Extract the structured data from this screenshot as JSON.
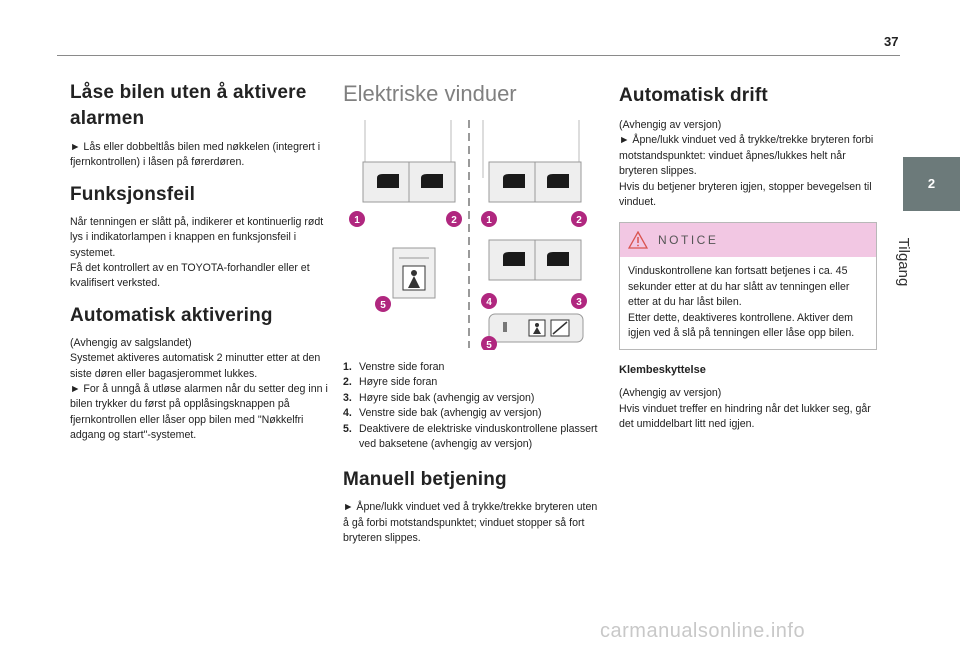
{
  "page": {
    "number": "37",
    "section_tab": "2",
    "section_title": "Tilgang"
  },
  "col1": {
    "s1_title": "Låse bilen uten å aktivere alarmen",
    "s1_p1": "► Lås eller dobbeltlås bilen med nøkkelen (integrert i fjernkontrollen) i låsen på førerdøren.",
    "s2_title": "Funksjonsfeil",
    "s2_p1": "Når tenningen er slått på, indikerer et kontinuerlig rødt lys i indikatorlampen i knappen en funksjonsfeil i systemet.",
    "s2_p2": "Få det kontrollert av en TOYOTA-forhandler eller et kvalifisert verksted.",
    "s3_title": "Automatisk aktivering",
    "s3_p1": "(Avhengig av salgslandet)",
    "s3_p2": "Systemet aktiveres automatisk 2 minutter etter at den siste døren eller bagasjerommet lukkes.",
    "s3_p3": "► For å unngå å utløse alarmen når du setter deg inn i bilen trykker du først på opplåsingsknappen på fjernkontrollen eller låser opp bilen med \"Nøkkelfri adgang og start\"-systemet."
  },
  "col2": {
    "title": "Elektriske vinduer",
    "legend": [
      {
        "num": "1.",
        "text": "Venstre side foran"
      },
      {
        "num": "2.",
        "text": "Høyre side foran"
      },
      {
        "num": "3.",
        "text": "Høyre side bak (avhengig av versjon)"
      },
      {
        "num": "4.",
        "text": "Venstre side bak (avhengig av versjon)"
      },
      {
        "num": "5.",
        "text": "Deaktivere de elektriske vinduskontrollene plassert ved baksetene (avhengig av versjon)"
      }
    ],
    "callouts": [
      "1",
      "2",
      "1",
      "2",
      "5",
      "4",
      "3",
      "5"
    ],
    "s2_title": "Manuell betjening",
    "s2_p1": "► Åpne/lukk vinduet ved å trykke/trekke bryteren uten å gå forbi motstandspunktet; vinduet stopper så fort bryteren slippes."
  },
  "col3": {
    "title": "Automatisk drift",
    "p1": "(Avhengig av versjon)",
    "p2": "► Åpne/lukk vinduet ved å trykke/trekke bryteren forbi motstandspunktet: vinduet åpnes/lukkes helt når bryteren slippes.",
    "p3": "Hvis du betjener bryteren igjen, stopper bevegelsen til vinduet.",
    "notice_label": "NOTICE",
    "notice_p1": "Vinduskontrollene kan fortsatt betjenes i ca. 45 sekunder etter at du har slått av tenningen eller etter at du har låst bilen.",
    "notice_p2": "Etter dette, deaktiveres kontrollene. Aktiver dem igjen ved å slå på tenningen eller låse opp bilen.",
    "sub_title": "Klembeskyttelse",
    "p4": "(Avhengig av versjon)",
    "p5": "Hvis vinduet treffer en hindring når det lukker seg, går det umiddelbart litt ned igjen."
  },
  "watermark": "carmanualsonline.info",
  "colors": {
    "callout": "#b0277f",
    "notice_header": "#f2c7e3",
    "tab": "#6c7a7a"
  }
}
